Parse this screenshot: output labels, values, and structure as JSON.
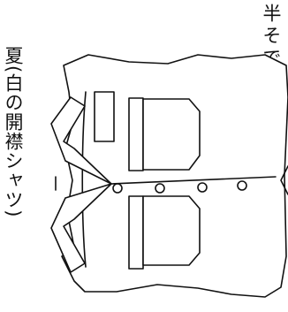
{
  "captions": {
    "main": "夏(白の開襟シャツ)",
    "sleeve": "半そで"
  },
  "figure": {
    "subject": "shirt-drawing",
    "line_color": "#111111",
    "fill_color": "#ffffff"
  }
}
